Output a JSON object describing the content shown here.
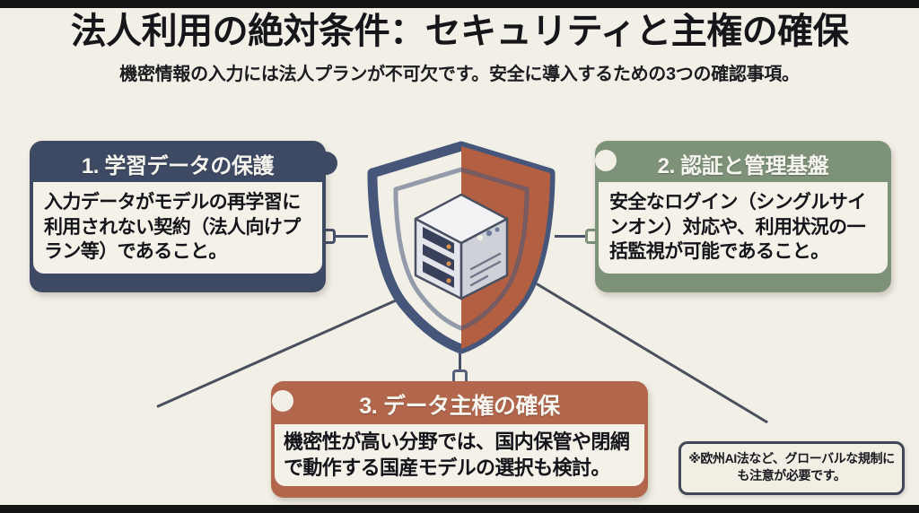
{
  "header": {
    "title": "法人利用の絶対条件：セキュリティと主権の確保",
    "subtitle": "機密情報の入力には法人プランが不可欠です。安全に導入するための3つの確認事項。"
  },
  "cards": [
    {
      "id": "card1",
      "heading": "1. 学習データの保護",
      "body": "入力データがモデルの再学習に利用されない契約（法人向けプラン等）であること。",
      "color": "#3e4a63"
    },
    {
      "id": "card2",
      "heading": "2. 認証と管理基盤",
      "body": "安全なログイン（シングルサインオン）対応や、利用状況の一括監視が可能であること。",
      "color": "#7e9279"
    },
    {
      "id": "card3",
      "heading": "3. データ主権の確保",
      "body": "機密性が高い分野では、国内保管や閉網で動作する国産モデルの選択も検討。",
      "color": "#b2664b"
    }
  ],
  "footnote": {
    "text": "※欧州AI法など、グローバルな規制にも注意が必要です。"
  },
  "emblem": {
    "name": "shield-server-emblem",
    "shield_border_color": "#45567a",
    "shield_left_color": "#f2efe6",
    "shield_right_color": "#b35f41",
    "server_color": "#dcdde1"
  },
  "theme": {
    "background": "#f2efe6",
    "letterbox": "#141414",
    "text": "#16161a",
    "connector": "#47506a"
  }
}
